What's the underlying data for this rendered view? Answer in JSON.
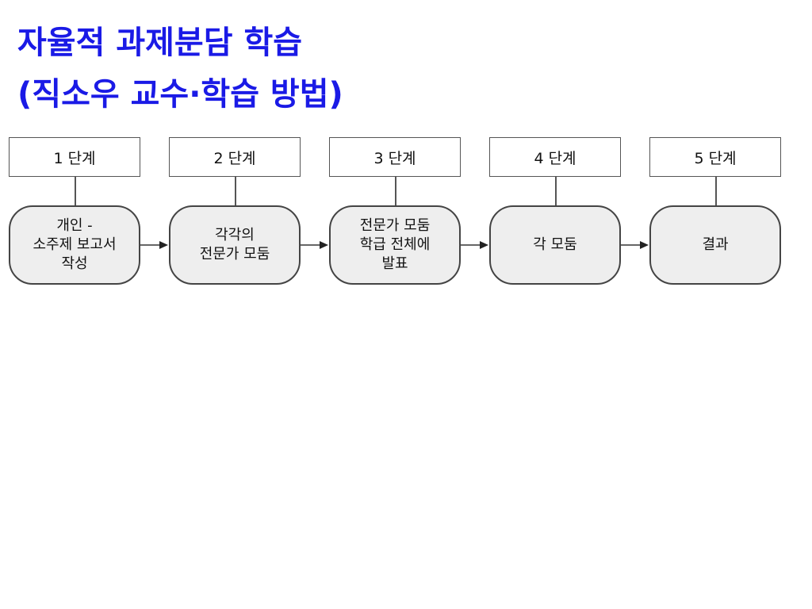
{
  "title": {
    "line1": "자율적 과제분담 학습",
    "line2": "(직소우 교수·학습 방법)"
  },
  "stages": [
    {
      "label": "1 단계",
      "node_text": "개인 -\n소주제 보고서\n작성"
    },
    {
      "label": "2 단계",
      "node_text": "각각의\n전문가 모둠"
    },
    {
      "label": "3 단계",
      "node_text": "전문가 모둠\n학급 전체에\n발표"
    },
    {
      "label": "4 단계",
      "node_text": "각 모둠"
    },
    {
      "label": "5 단계",
      "node_text": "결과"
    }
  ],
  "colors": {
    "title": "#1a1ae6",
    "node_fill": "#eeeeee",
    "border": "#444444"
  }
}
